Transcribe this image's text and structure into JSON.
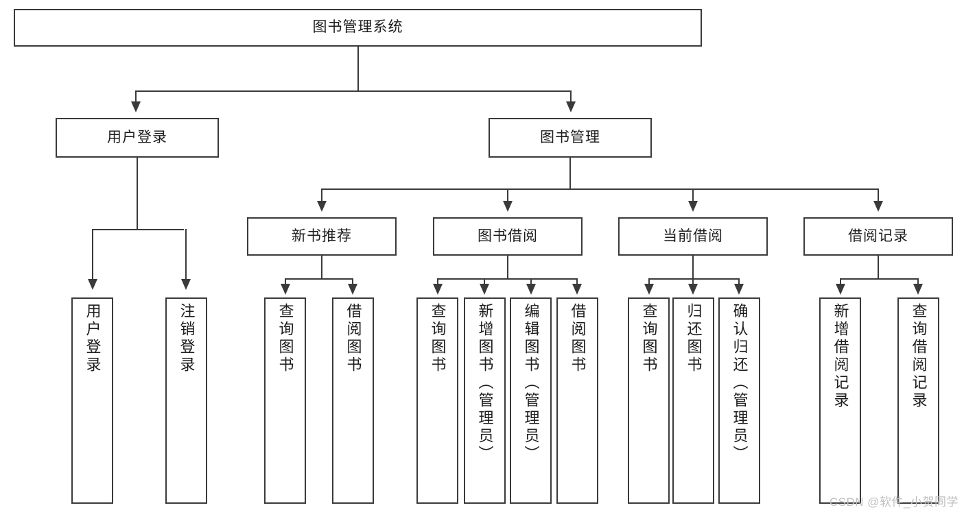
{
  "diagram": {
    "title": "图书管理系统",
    "type": "tree",
    "orientation": "top-down",
    "colors": {
      "line": "#3a3a3a",
      "box_border": "#3a3a3a",
      "box_fill": "#ffffff",
      "text": "#1d1d1d",
      "background": "#ffffff",
      "watermark": "#bfbfbf"
    },
    "root": {
      "label": "图书管理系统"
    },
    "level2": [
      {
        "label": "用户登录"
      },
      {
        "label": "图书管理"
      }
    ],
    "level3": [
      {
        "label": "新书推荐"
      },
      {
        "label": "图书借阅"
      },
      {
        "label": "当前借阅"
      },
      {
        "label": "借阅记录"
      }
    ],
    "leaves": {
      "user_login": [
        {
          "label": "用户登录"
        },
        {
          "label": "注销登录"
        }
      ],
      "new_book_recommend": [
        {
          "label": "查询图书"
        },
        {
          "label": "借阅图书"
        }
      ],
      "book_borrow": [
        {
          "label": "查询图书"
        },
        {
          "label": "新增图书（管理员）"
        },
        {
          "label": "编辑图书（管理员）"
        },
        {
          "label": "借阅图书"
        }
      ],
      "current_borrow": [
        {
          "label": "查询图书"
        },
        {
          "label": "归还图书"
        },
        {
          "label": "确认归还（管理员）"
        }
      ],
      "borrow_record": [
        {
          "label": "新增借阅记录"
        },
        {
          "label": "查询借阅记录"
        }
      ]
    }
  },
  "watermark": {
    "text": "CSDN @软件_小贺同学"
  }
}
